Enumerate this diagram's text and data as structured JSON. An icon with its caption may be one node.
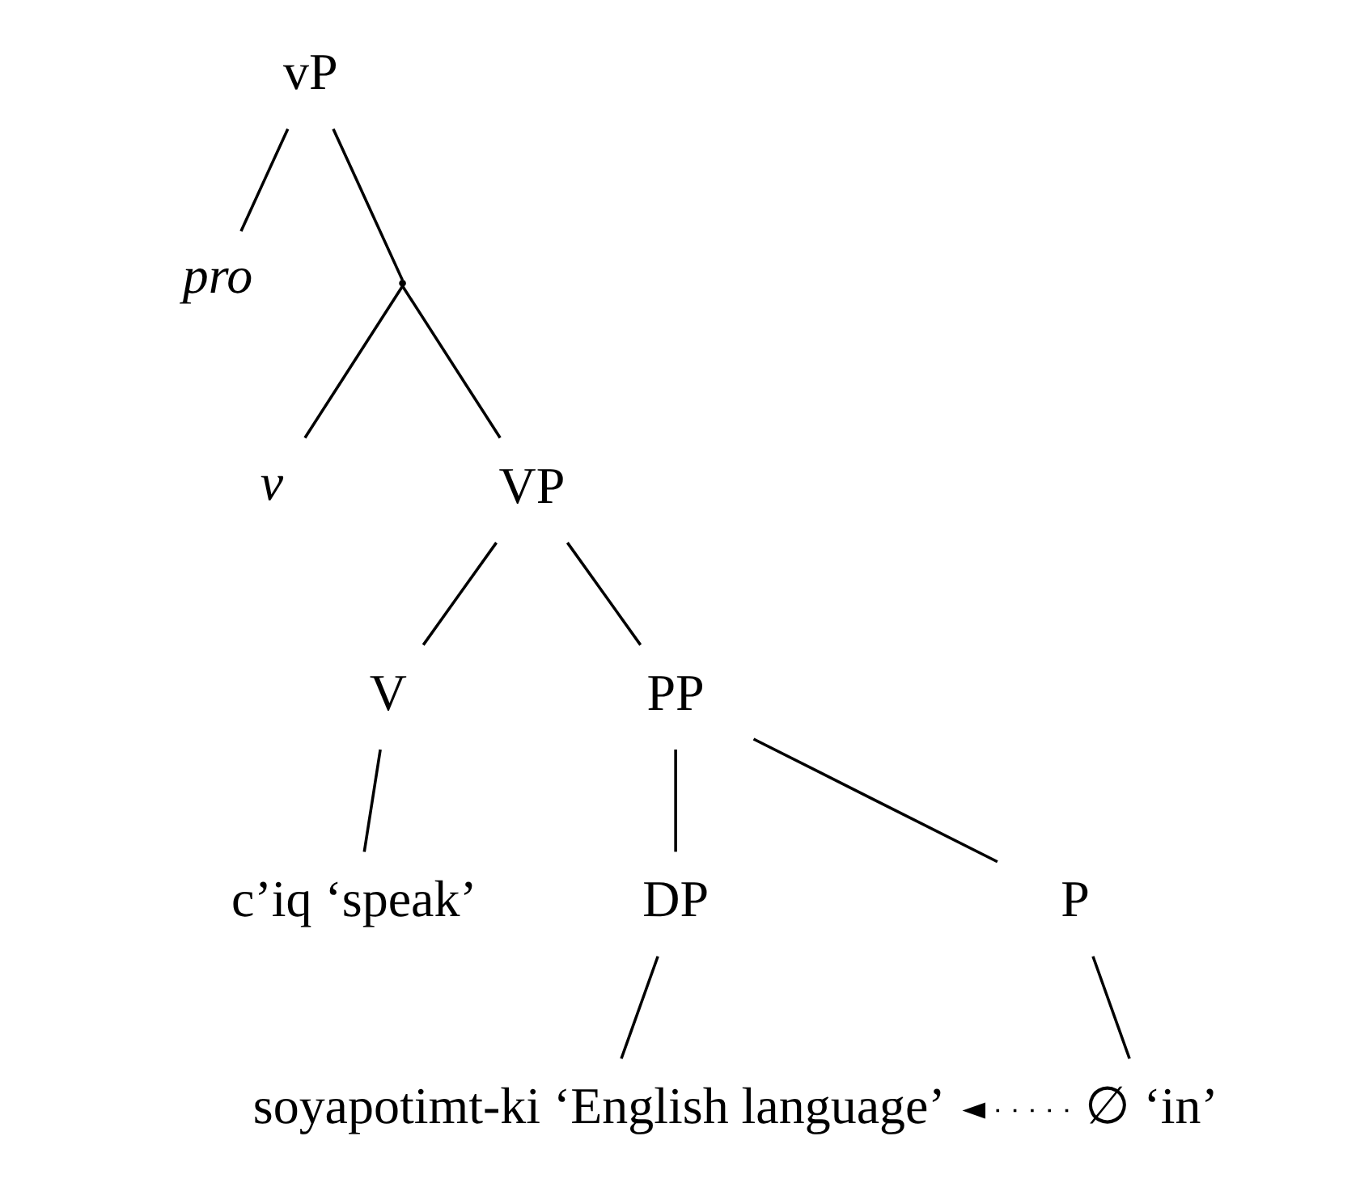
{
  "diagram": {
    "nodes": [
      {
        "text": [
          "vP"
        ]
      },
      {
        "text": [
          "pro"
        ]
      },
      {
        "text": [],
        "shape": "point"
      },
      {
        "text": [
          "v"
        ]
      },
      {
        "text": [
          "VP"
        ]
      },
      {
        "text": [
          "V"
        ]
      },
      {
        "text": [
          "PP"
        ]
      },
      {
        "text": [
          "c’iq ‘speak’"
        ]
      },
      {
        "text": [
          "DP"
        ]
      },
      {
        "text": [
          "P"
        ]
      },
      {
        "text": [
          "soyapotimt-ki ‘English language’"
        ]
      },
      {
        "text": [
          "∅ ‘in’"
        ]
      }
    ],
    "edges": [
      {
        "from": 0,
        "to": 1,
        "arrow": "none"
      },
      {
        "from": 0,
        "to": 2,
        "arrow": "none"
      },
      {
        "from": 2,
        "to": 3,
        "arrow": "none"
      },
      {
        "from": 2,
        "to": 4,
        "arrow": "none"
      },
      {
        "from": 4,
        "to": 5,
        "arrow": "none"
      },
      {
        "from": 4,
        "to": 6,
        "arrow": "none"
      },
      {
        "from": 5,
        "to": 7,
        "arrow": "none"
      },
      {
        "from": 6,
        "to": 8,
        "arrow": "none"
      },
      {
        "from": 6,
        "to": 9,
        "arrow": "none"
      },
      {
        "from": 8,
        "to": 10,
        "arrow": "none"
      },
      {
        "from": 9,
        "to": 11,
        "arrow": "none"
      },
      {
        "from": 11,
        "to": 10,
        "arrow": "to",
        "style": "dashed"
      }
    ]
  }
}
